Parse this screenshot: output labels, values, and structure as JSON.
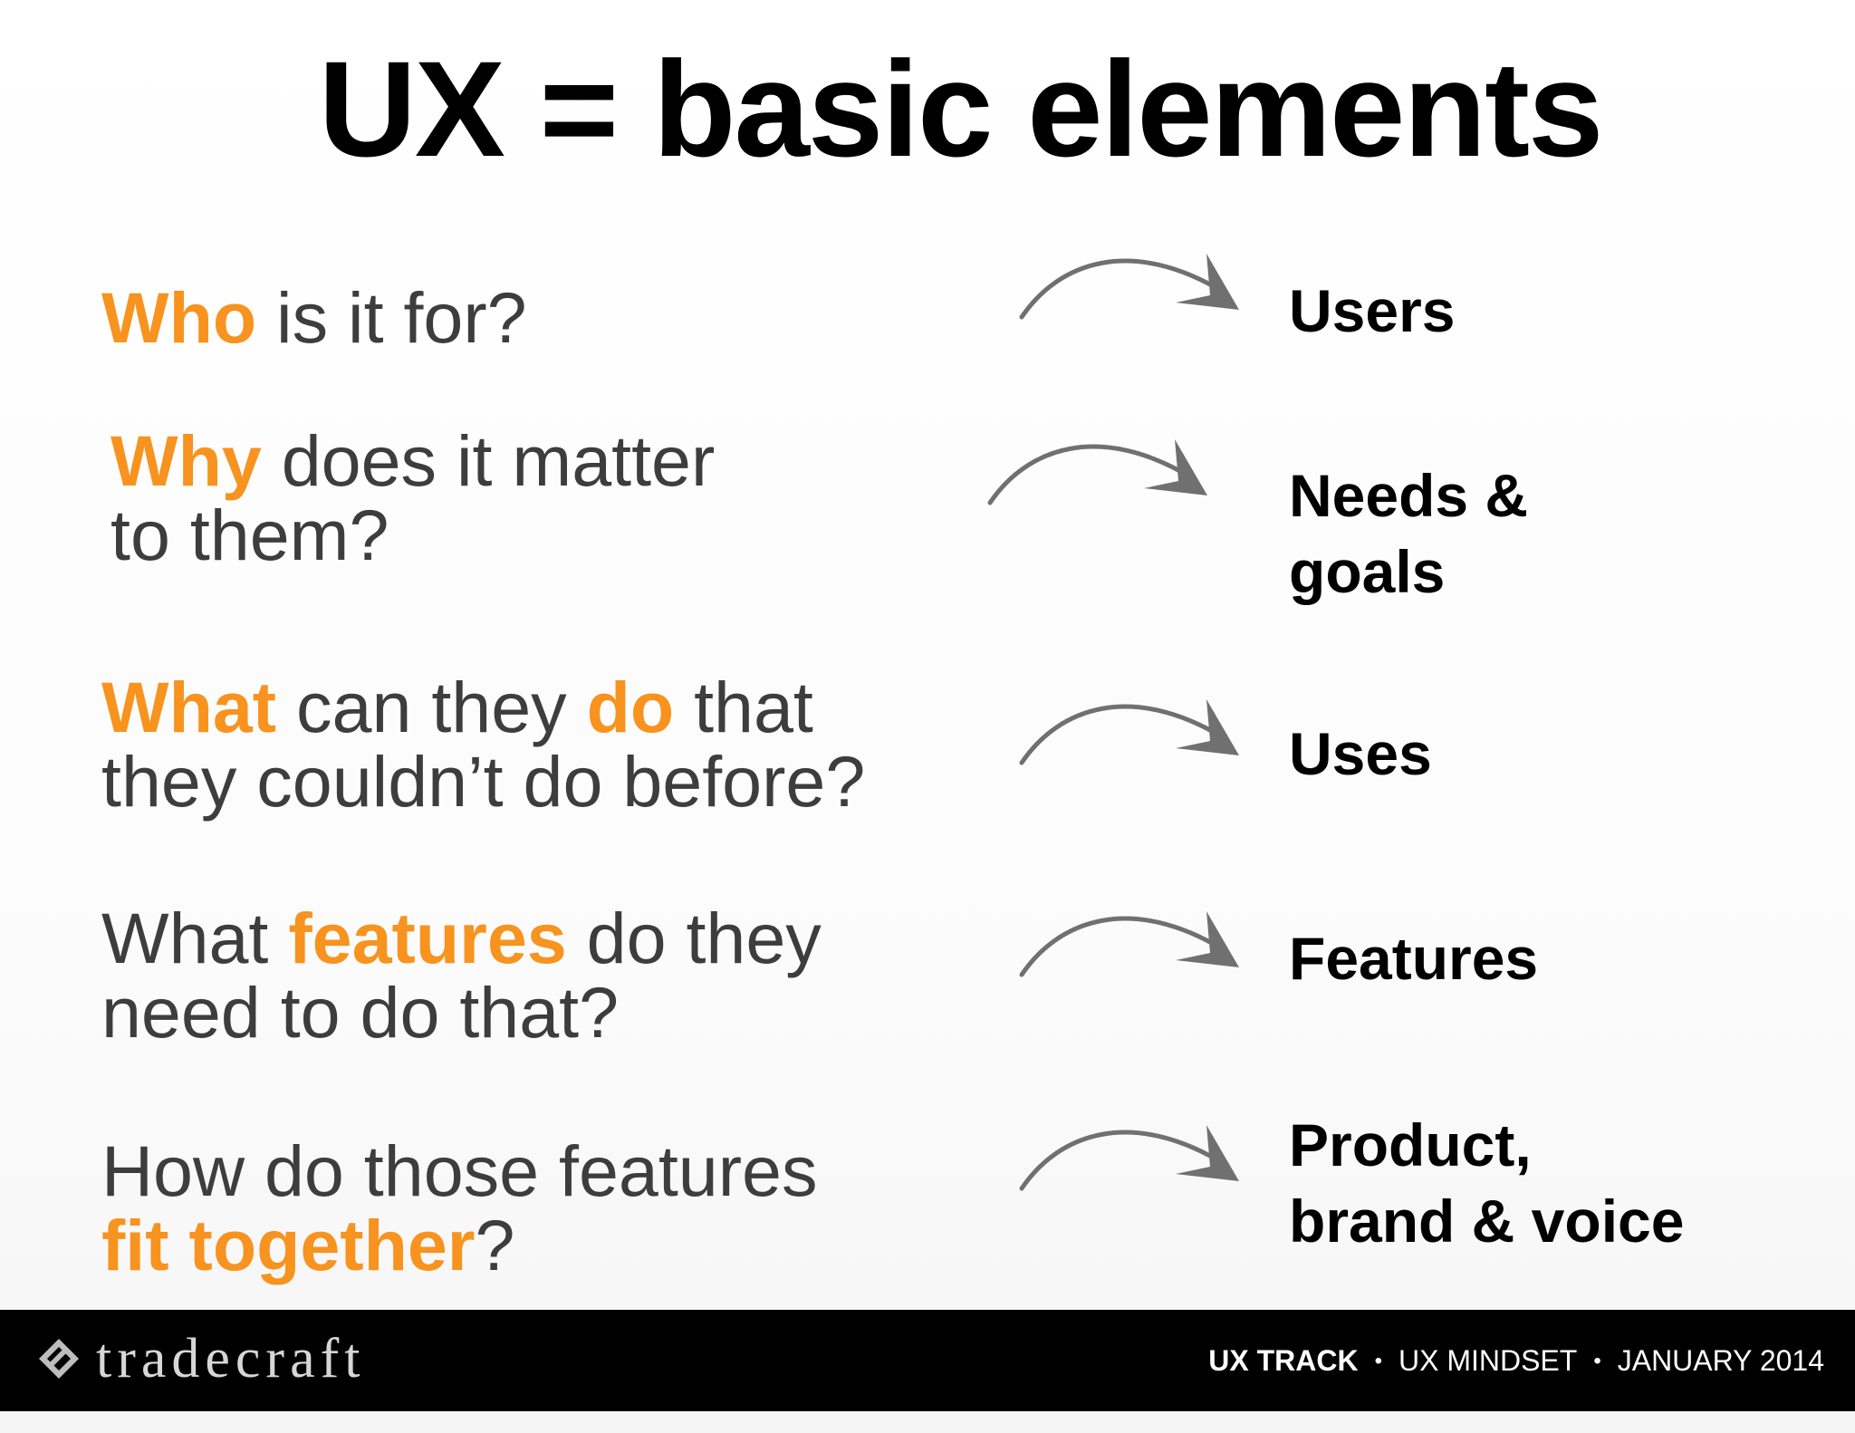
{
  "title": "UX = basic elements",
  "rows": [
    {
      "question": [
        {
          "text": "Who",
          "highlight": true
        },
        {
          "text": " is it for?",
          "highlight": false
        }
      ],
      "answer_lines": [
        "Users"
      ]
    },
    {
      "question": [
        {
          "text": "Why",
          "highlight": true
        },
        {
          "text": " does it matter",
          "highlight": false
        },
        {
          "text": "to them?",
          "highlight": false
        }
      ],
      "answer_lines": [
        "Needs &",
        "goals"
      ]
    },
    {
      "question": [
        {
          "text": "What",
          "highlight": true
        },
        {
          "text": " can they ",
          "highlight": false
        },
        {
          "text": "do",
          "highlight": true
        },
        {
          "text": " that",
          "highlight": false
        },
        {
          "text": "they couldn’t do before?",
          "highlight": false
        }
      ],
      "answer_lines": [
        "Uses"
      ]
    },
    {
      "question": [
        {
          "text": "What ",
          "highlight": false
        },
        {
          "text": "features",
          "highlight": true
        },
        {
          "text": " do they",
          "highlight": false
        },
        {
          "text": "need to do that?",
          "highlight": false
        }
      ],
      "answer_lines": [
        "Features"
      ]
    },
    {
      "question": [
        {
          "text": "How do those features",
          "highlight": false
        },
        {
          "text": "fit together",
          "highlight": true
        },
        {
          "text": "?",
          "highlight": false
        }
      ],
      "answer_lines": [
        "Product,",
        "brand & voice"
      ]
    }
  ],
  "arrow_icon": "curved-arrow-right-icon",
  "footer": {
    "brand": "tradecraft",
    "brand_icon": "diamond-logo-icon",
    "track": "UX TRACK",
    "separator": "•",
    "session": "UX MINDSET",
    "date": "JANUARY 2014"
  },
  "colors": {
    "highlight": "#f7931e",
    "question_text": "#3d3d3d",
    "answer_text": "#000000",
    "arrow": "#707070",
    "footer_bg": "#000000",
    "footer_text": "#ffffff"
  }
}
